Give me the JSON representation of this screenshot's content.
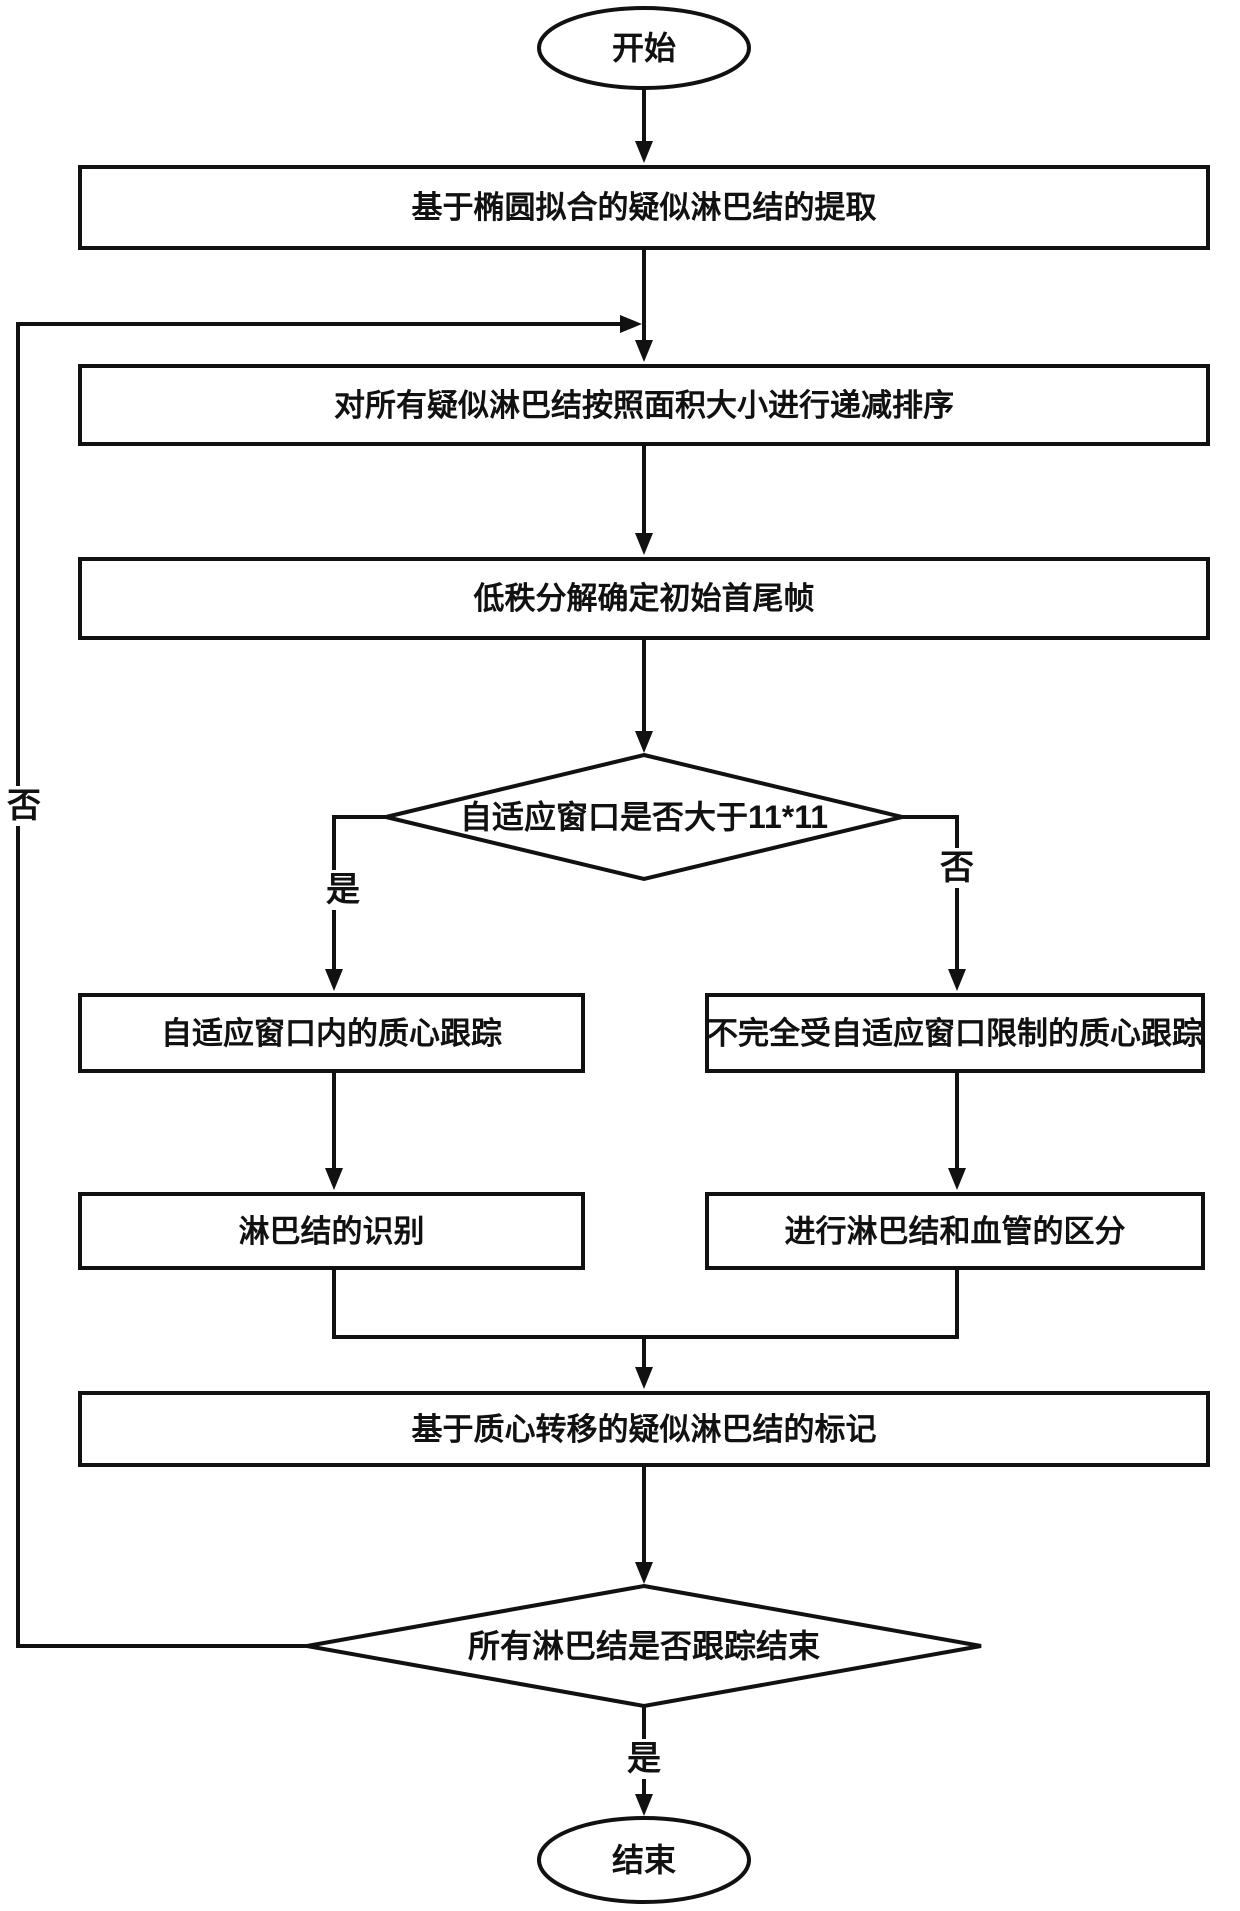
{
  "nodes": {
    "start": "开始",
    "extract": "基于椭圆拟合的疑似淋巴结的提取",
    "sort": "对所有疑似淋巴结按照面积大小进行递减排序",
    "low_rank": "低秩分解确定初始首尾帧",
    "window_decision": "自适应窗口是否大于11*11",
    "track_in_window": "自适应窗口内的质心跟踪",
    "track_beyond_window": "不完全受自适应窗口限制的质心跟踪",
    "identify_node": "淋巴结的识别",
    "distinguish_vessel": "进行淋巴结和血管的区分",
    "mark_nodes": "基于质心转移的疑似淋巴结的标记",
    "finish_decision": "所有淋巴结是否跟踪结束",
    "end": "结束"
  },
  "edge_labels": {
    "window_yes": "是",
    "window_no": "否",
    "finish_no": "否",
    "finish_yes": "是"
  },
  "colors": {
    "ink": "#111111",
    "background": "#ffffff"
  }
}
